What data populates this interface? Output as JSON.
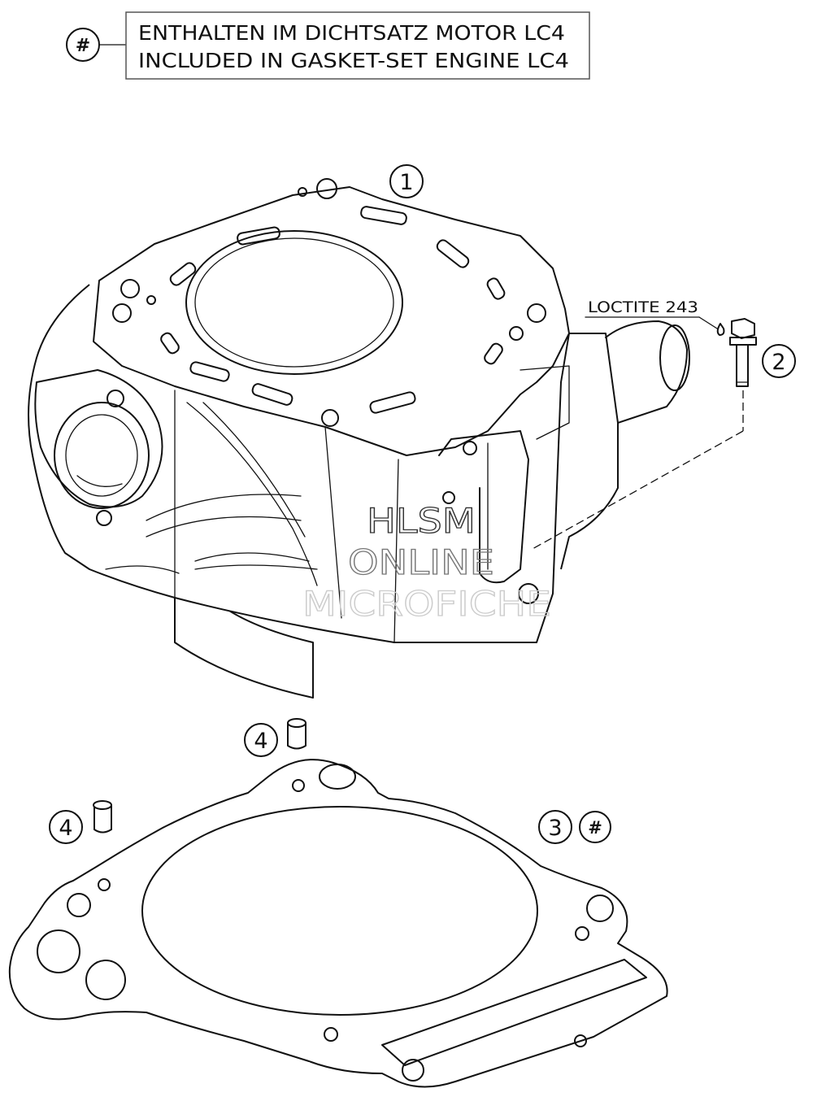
{
  "legend": {
    "symbol": "#",
    "line1": "ENTHALTEN IM DICHTSATZ MOTOR LC4",
    "line2": "INCLUDED IN GASKET-SET ENGINE LC4"
  },
  "callouts": {
    "cylinder": "1",
    "bolt": "2",
    "gasket": "3",
    "gasket_symbol": "#",
    "dowel_top": "4",
    "dowel_left": "4"
  },
  "annotation": {
    "loctite": "LOCTITE 243"
  },
  "watermark": {
    "line1": "HLSM",
    "line2": "ONLINE",
    "line3": "MICROFICHE"
  }
}
